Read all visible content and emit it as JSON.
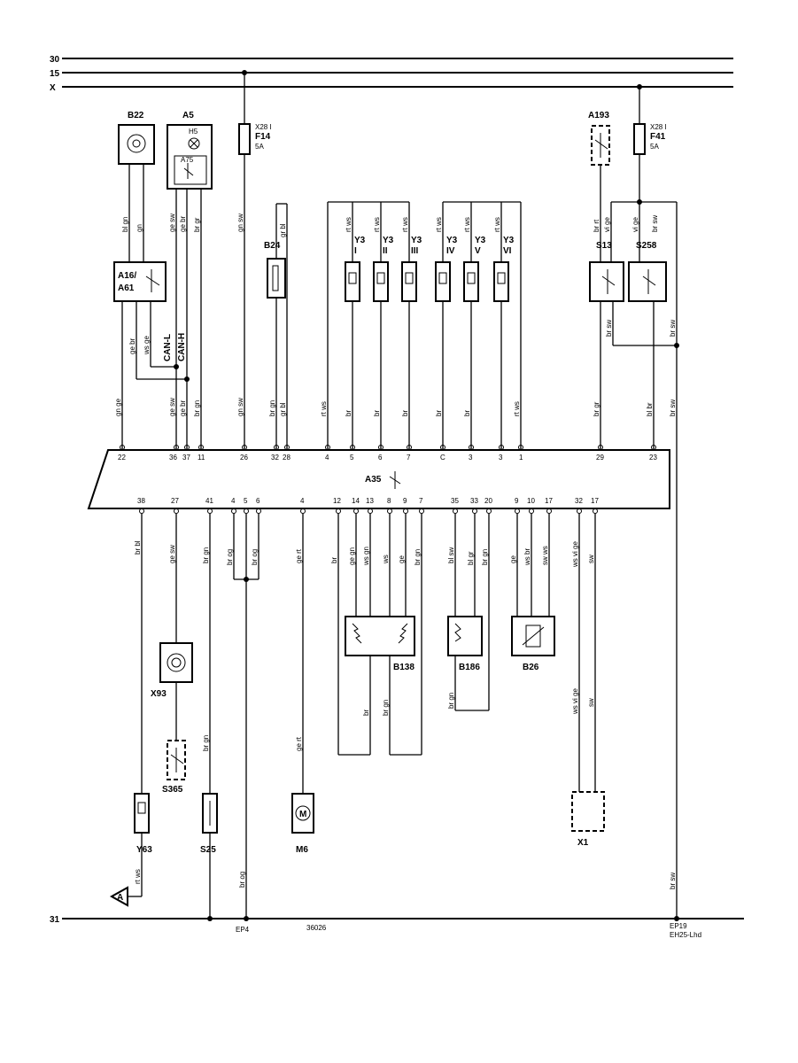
{
  "rails": {
    "r30": "30",
    "r15": "15",
    "rX": "X",
    "r31": "31"
  },
  "components": {
    "B22": "B22",
    "A5": "A5",
    "H5": "H5",
    "A75": "A75",
    "A193": "A193",
    "F14": "F14",
    "F14_conn": "X28 I",
    "F14_rating": "5A",
    "F41": "F41",
    "F41_conn": "X28 I",
    "F41_rating": "5A",
    "A16": "A16/",
    "A61": "A61",
    "B24": "B24",
    "Y3": "Y3",
    "Y3_I": "I",
    "Y3_II": "II",
    "Y3_III": "III",
    "Y3_IV": "IV",
    "Y3_V": "V",
    "Y3_VI": "VI",
    "S13": "S13",
    "S258": "S258",
    "A35": "A35",
    "CANL": "CAN-L",
    "CANH": "CAN-H",
    "B138": "B138",
    "B186": "B186",
    "B26": "B26",
    "X93": "X93",
    "S365": "S365",
    "Y63": "Y63",
    "S25": "S25",
    "M6": "M6",
    "X1": "X1",
    "A_tri": "A"
  },
  "wires": {
    "b22a": "bl gn",
    "b22b": "gn",
    "a5a": "ge sw",
    "a5b": "ge br",
    "a5c": "br gr",
    "f14": "gn sw",
    "b24a": "gr bl",
    "y1": "rt ws",
    "y2": "rt ws",
    "y3": "rt ws",
    "y4": "rt ws",
    "y5": "rt ws",
    "y6": "rt ws",
    "s13a": "br rt",
    "s13b": "vi ge",
    "s258a": "vi ge",
    "s258b": "br sw",
    "a16a": "ge br",
    "a16b": "ws ge",
    "s13c": "br sw",
    "s258c": "br sw",
    "l1": "gn ge",
    "l2": "ge sw",
    "l3": "ge br",
    "l4": "br gn",
    "l5": "gn sw",
    "l6": "br gn",
    "l7": "gr bl",
    "l8": "rt ws",
    "l9": "br",
    "l10": "br",
    "l11": "br",
    "l12": "br",
    "l13": "br",
    "l14": "rt ws",
    "l15": "br gr",
    "l16": "bl br",
    "l17": "br sw",
    "d1": "br bl",
    "d2": "ge sw",
    "d3": "br gn",
    "d4": "br og",
    "d5": "br og",
    "d6": "ge rt",
    "d7": "br",
    "d8": "ge gn",
    "d9": "ws gn",
    "d10": "ws",
    "d11": "ge",
    "d12": "br gn",
    "d13": "bl sw",
    "d14": "bl gr",
    "d15": "br gn",
    "d16": "ge",
    "d17": "ws br",
    "d18": "sw ws",
    "d19": "ws vi ge",
    "d20": "sw",
    "e1": "br",
    "e2": "br gn",
    "e3": "br gn",
    "e4": "br gn",
    "e5": "ge rt",
    "e6": "ws vi ge",
    "e7": "sw",
    "f1": "rt ws",
    "f2": "br og",
    "f3": "br sw"
  },
  "pins_top": {
    "p22": "22",
    "p36": "36",
    "p37": "37",
    "p11": "11",
    "p26": "26",
    "p32": "32",
    "p28": "28",
    "p4": "4",
    "p5": "5",
    "p6": "6",
    "p7": "7",
    "pC": "C",
    "p3": "3",
    "p3b": "3",
    "p1": "1",
    "p29": "29",
    "p23": "23"
  },
  "pins_bot": {
    "q38": "38",
    "q27": "27",
    "q41": "41",
    "q4": "4",
    "q5": "5",
    "q6": "6",
    "q4b": "4",
    "q12": "12",
    "q14": "14",
    "q13": "13",
    "q8": "8",
    "q9": "9",
    "q7": "7",
    "q35": "35",
    "q33": "33",
    "q20": "20",
    "q9b": "9",
    "q10": "10",
    "q17": "17",
    "q32": "32",
    "q17b": "17"
  },
  "grounds": {
    "g1": "EP4",
    "g2": "36026",
    "g3": "EP19",
    "g4": "EH25-Lhd"
  }
}
